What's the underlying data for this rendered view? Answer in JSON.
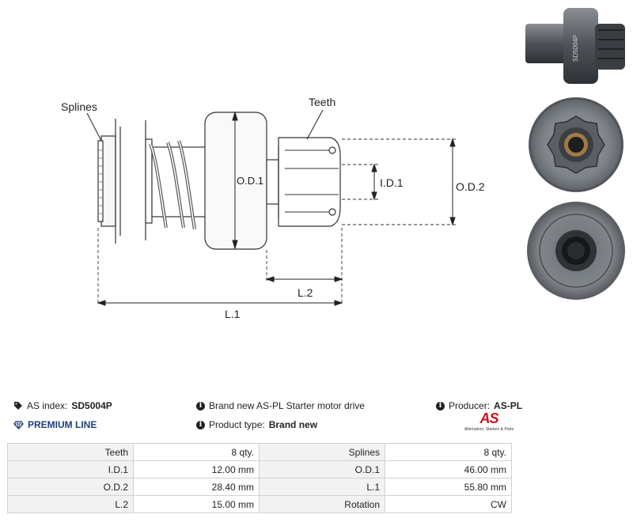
{
  "diagram": {
    "labels": {
      "splines": "Splines",
      "teeth": "Teeth",
      "od1": "O.D.1",
      "id1": "I.D.1",
      "od2": "O.D.2",
      "l2": "L.2",
      "l1": "L.1"
    }
  },
  "info": {
    "as_index_label": "AS index:",
    "as_index_value": "SD5004P",
    "premium": "PREMIUM LINE",
    "description": "Brand new AS-PL Starter motor drive",
    "product_type_label": "Product type:",
    "product_type_value": "Brand new",
    "producer_label": "Producer:",
    "producer_value": "AS-PL"
  },
  "logo": {
    "mark": "AS",
    "tagline": "Alternators, Starters & Parts"
  },
  "specs": [
    {
      "label1": "Teeth",
      "value1": "8 qty.",
      "label2": "Splines",
      "value2": "8 qty."
    },
    {
      "label1": "I.D.1",
      "value1": "12.00 mm",
      "label2": "O.D.1",
      "value2": "46.00 mm"
    },
    {
      "label1": "O.D.2",
      "value1": "28.40 mm",
      "label2": "L.1",
      "value2": "55.80 mm"
    },
    {
      "label1": "L.2",
      "value1": "15.00 mm",
      "label2": "Rotation",
      "value2": "CW"
    }
  ],
  "icons": {
    "tag": "tag-icon",
    "info": "info-icon",
    "diamond": "diamond-icon"
  },
  "colors": {
    "premium": "#1f3f7a",
    "brand_red": "#c8141e"
  }
}
